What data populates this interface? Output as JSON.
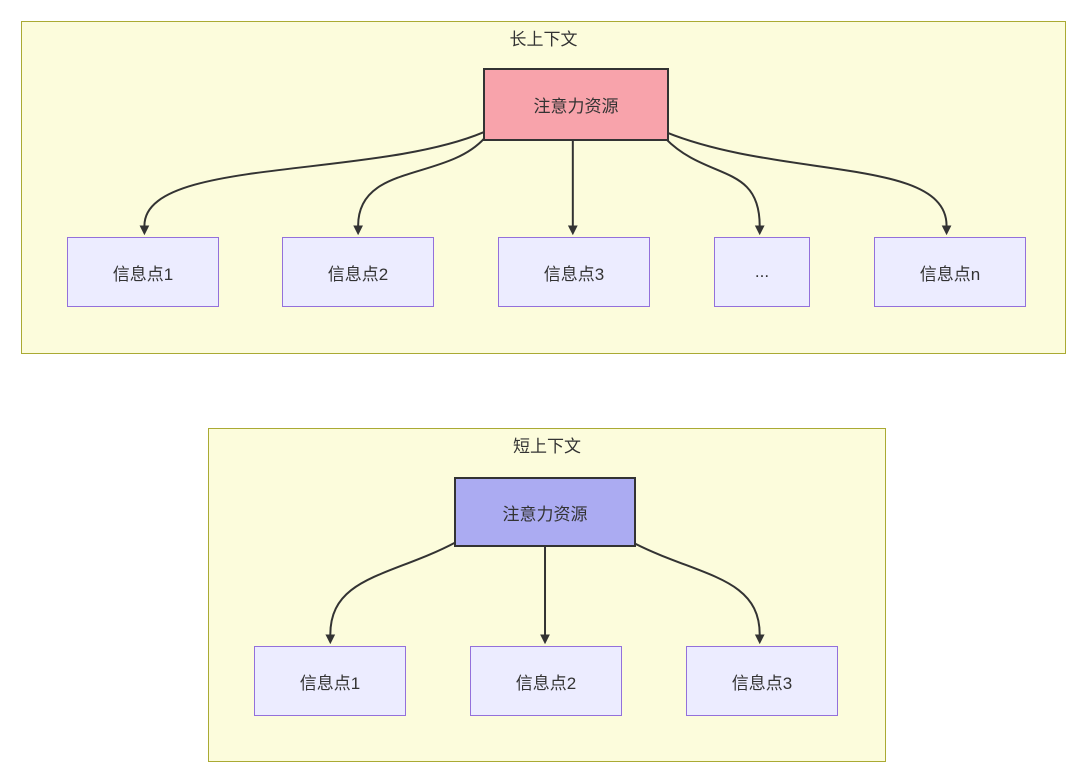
{
  "diagram": {
    "sections": [
      {
        "title": "长上下文",
        "root_label": "注意力资源",
        "nodes": [
          "信息点1",
          "信息点2",
          "信息点3",
          "...",
          "信息点n"
        ]
      },
      {
        "title": "短上下文",
        "root_label": "注意力资源",
        "nodes": [
          "信息点1",
          "信息点2",
          "信息点3"
        ]
      }
    ],
    "colors": {
      "cluster_fill": "#fcfcdc",
      "cluster_border": "#aaaa33",
      "node_fill": "#ececff",
      "node_border": "#9370db",
      "root_long_fill": "#f8a3ab",
      "root_short_fill": "#ababf2",
      "root_border": "#333333",
      "arrow": "#333333",
      "text": "#333333"
    }
  }
}
